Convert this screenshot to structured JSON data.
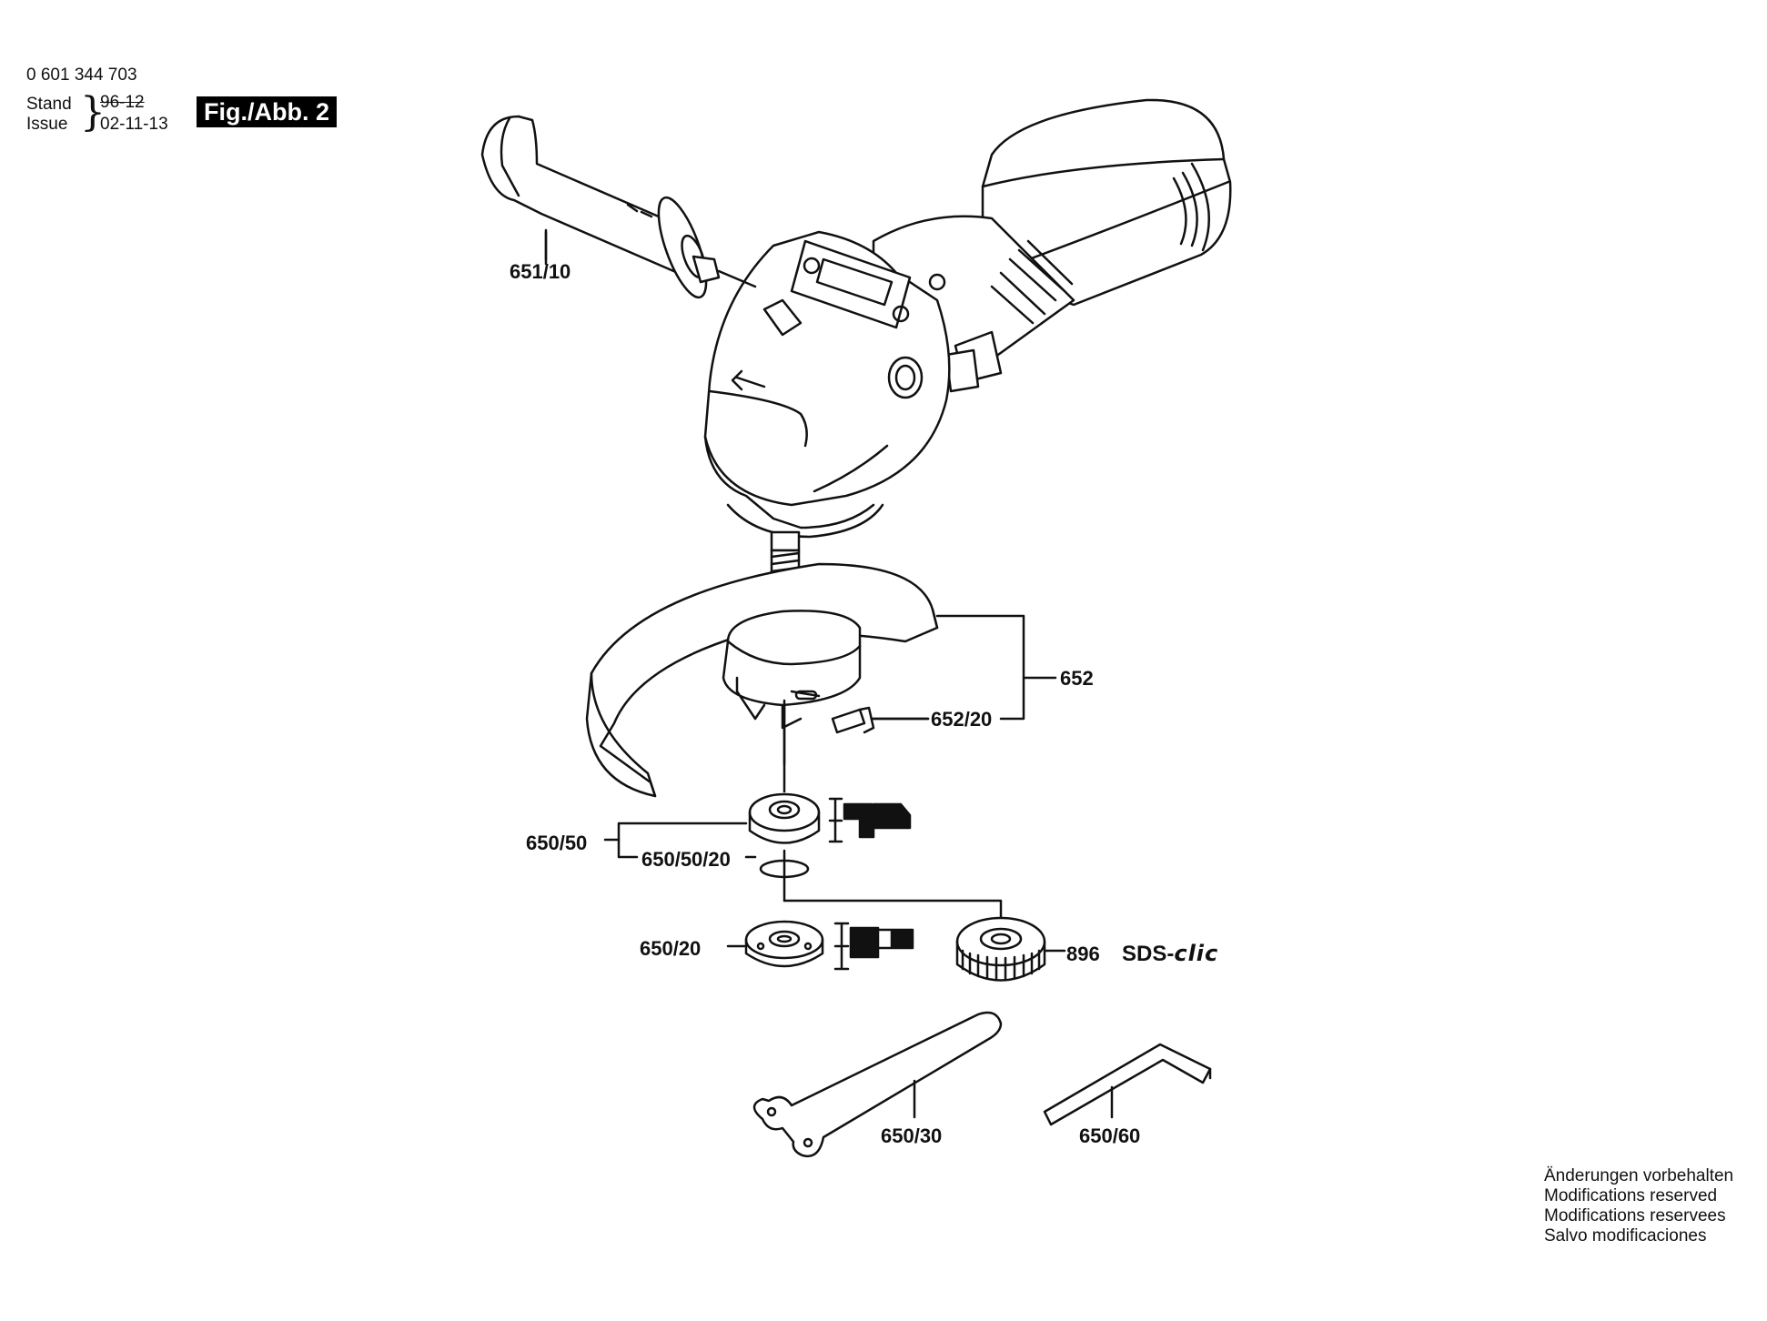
{
  "header": {
    "part_number": "0 601 344 703",
    "stand_label": "Stand",
    "issue_label": "Issue",
    "old_date": "96-12",
    "new_date": "02-11-13",
    "figure_label": "Fig./Abb. 2"
  },
  "callouts": {
    "c651_10": "651/10",
    "c652": "652",
    "c652_20": "652/20",
    "c650_50": "650/50",
    "c650_50_20": "650/50/20",
    "c650_20": "650/20",
    "c896": "896",
    "c650_30": "650/30",
    "c650_60": "650/60"
  },
  "sds": {
    "prefix": "SDS-",
    "suffix": "clic"
  },
  "notices": [
    "Änderungen vorbehalten",
    "Modifications reserved",
    "Modifications reservees",
    "Salvo modificaciones"
  ]
}
